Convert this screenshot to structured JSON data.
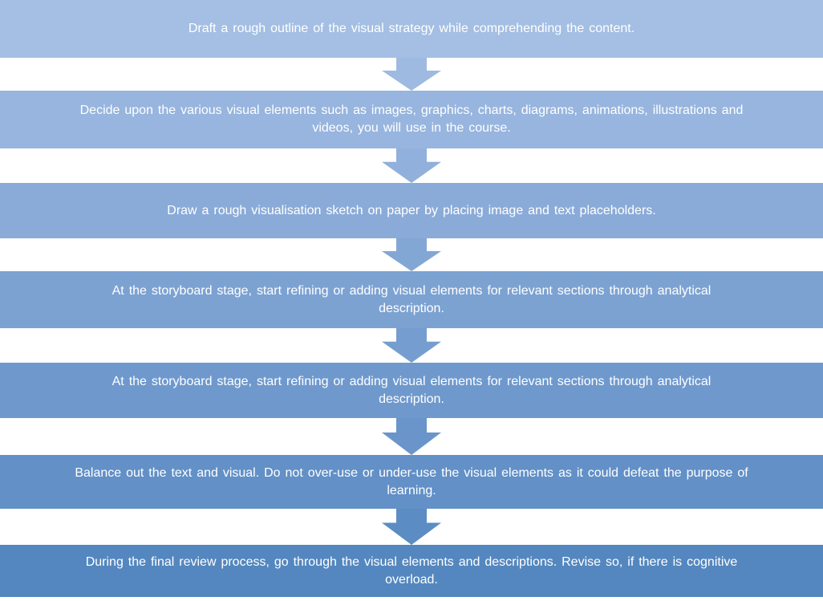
{
  "diagram": {
    "type": "flowchart",
    "direction": "top-to-bottom",
    "background": "#ffffff",
    "text_color": "#ffffff",
    "steps": [
      {
        "color": "#a4bfe3",
        "lines": [
          "Draft a rough outline of the visual strategy while comprehending the content."
        ]
      },
      {
        "color": "#97b5de",
        "lines": [
          "Decide upon the various visual elements such as images, graphics, charts, diagrams, animations, illustrations and",
          "videos, you will use in the course."
        ]
      },
      {
        "color": "#8aabd8",
        "lines": [
          "Draw a rough visualisation sketch on paper by placing image and text placeholders."
        ]
      },
      {
        "color": "#7ca2d2",
        "lines": [
          "At the storyboard stage, start refining or adding visual elements for relevant sections through analytical",
          "description."
        ]
      },
      {
        "color": "#6f99cd",
        "lines": [
          "At the storyboard stage, start refining or adding visual elements for relevant sections through analytical",
          "description."
        ]
      },
      {
        "color": "#6290c7",
        "lines": [
          "Balance out the text and visual. Do not over-use or under-use the visual elements as it could defeat the purpose of",
          "learning."
        ]
      },
      {
        "color": "#5487bf",
        "lines": [
          "During the final review process, go through the visual elements and descriptions. Revise so, if there is cognitive",
          "overload."
        ]
      }
    ],
    "arrows": {
      "direction": "down",
      "colors": [
        "#9ebae1",
        "#91b0db",
        "#83a7d5",
        "#759dcf",
        "#6995ca",
        "#5b8cc3"
      ]
    }
  }
}
